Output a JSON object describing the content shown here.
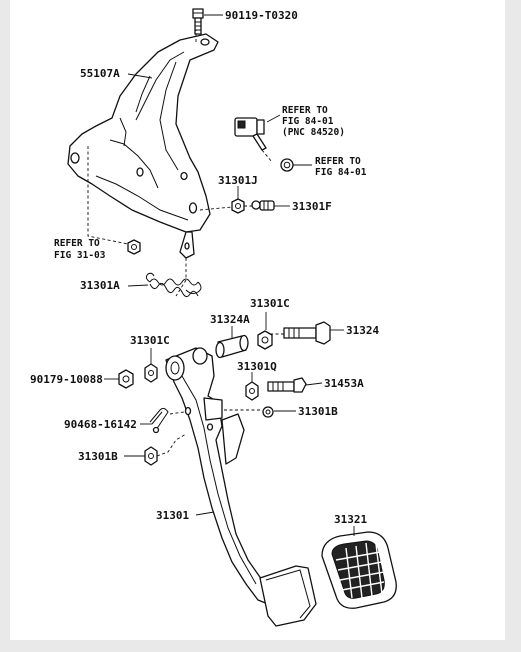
{
  "labels": {
    "bolt_top": "90119-T0320",
    "bracket": "55107A",
    "refer_switch_1": "REFER TO",
    "refer_switch_2": "FIG 84-01",
    "refer_switch_3": "(PNC 84520)",
    "refer_nut_1": "REFER TO",
    "refer_nut_2": "FIG 84-01",
    "nut_j": "31301J",
    "pin_f": "31301F",
    "refer_left_1": "REFER TO",
    "refer_left_2": "FIG 31-03",
    "spring": "31301A",
    "nut_c_top": "31301C",
    "bushing_a": "31324A",
    "bolt_31324": "31324",
    "nut_c_left": "31301C",
    "nut_90179": "90179-10088",
    "nut_q": "31301Q",
    "bolt_31453a": "31453A",
    "clip_90468": "90468-16142",
    "stopper_b_right": "31301B",
    "stopper_b_left": "31301B",
    "pedal_arm": "31301",
    "pedal_pad": "31321"
  }
}
